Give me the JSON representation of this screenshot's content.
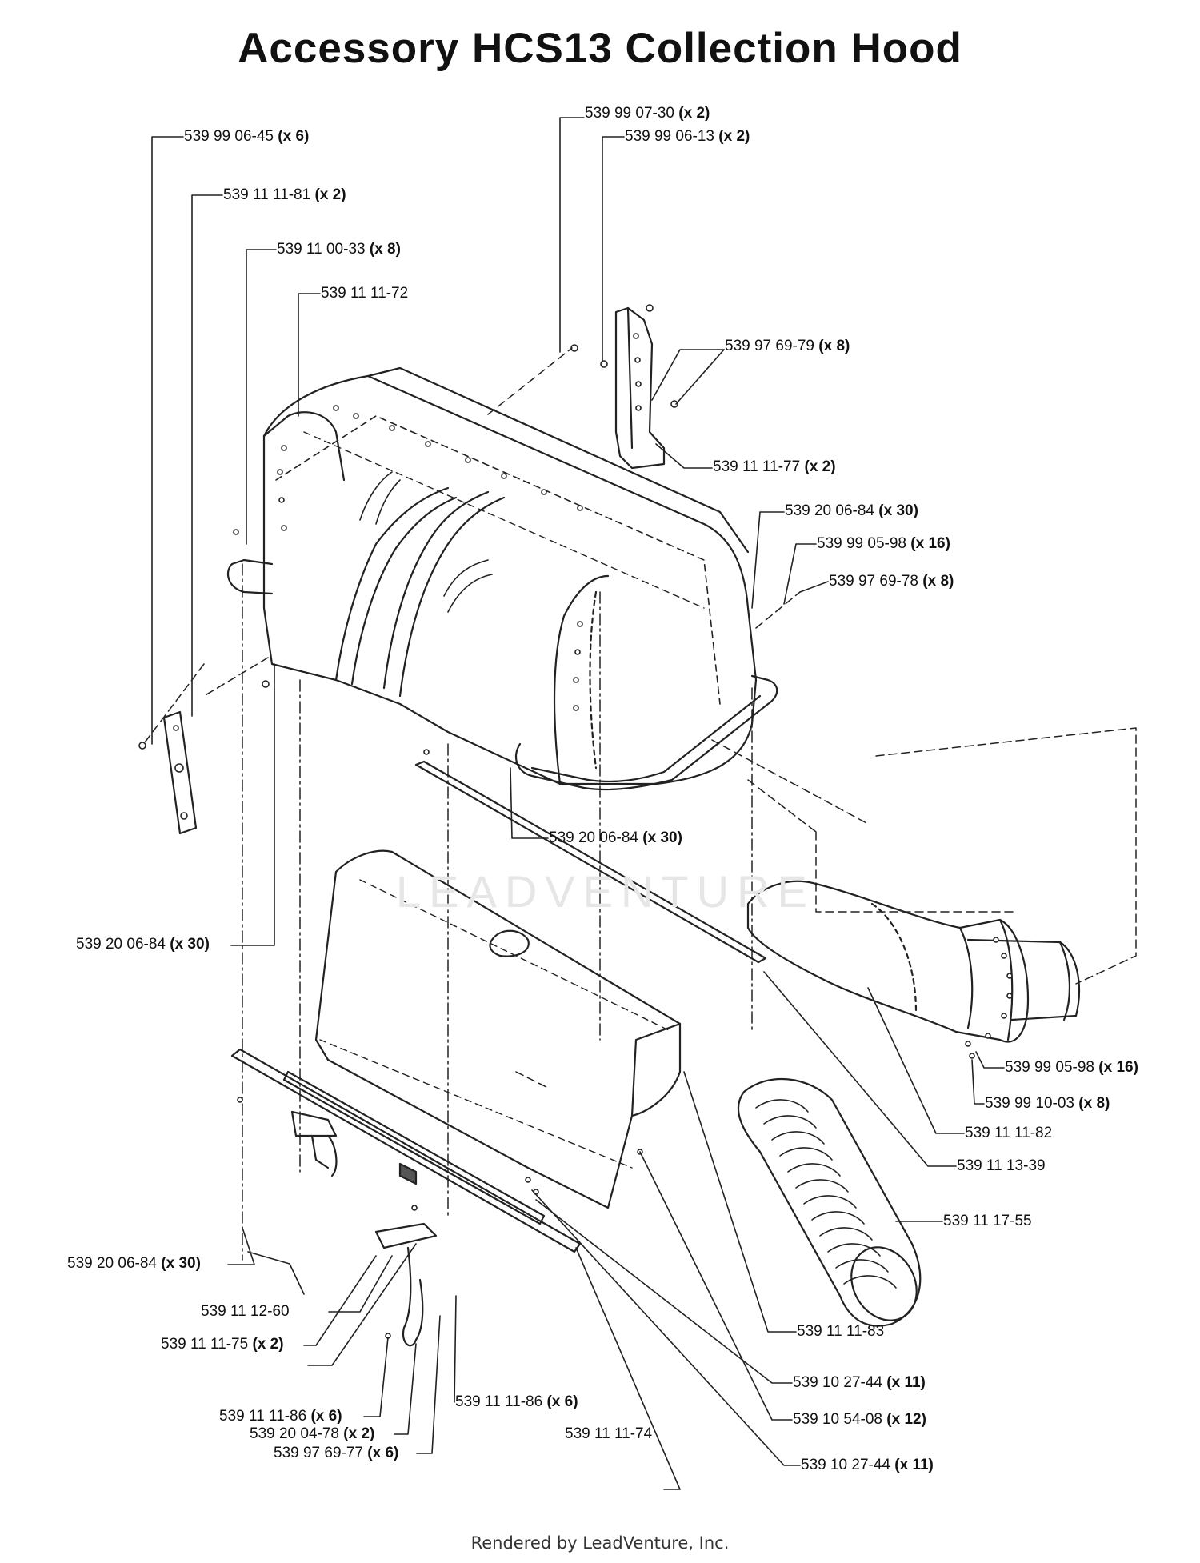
{
  "title": "Accessory HCS13 Collection Hood",
  "footer": "Rendered by LeadVenture, Inc.",
  "watermark": "LEADVENTURE",
  "part_labels": [
    {
      "id": "p1",
      "part": "539 99 06-45",
      "qty": "(x 6)"
    },
    {
      "id": "p2",
      "part": "539 11 11-81",
      "qty": "(x 2)"
    },
    {
      "id": "p3",
      "part": "539 11 00-33",
      "qty": "(x 8)"
    },
    {
      "id": "p4",
      "part": "539 11 11-72",
      "qty": ""
    },
    {
      "id": "p5",
      "part": "539 99 07-30",
      "qty": "(x 2)"
    },
    {
      "id": "p6",
      "part": "539 99 06-13",
      "qty": "(x 2)"
    },
    {
      "id": "p7",
      "part": "539 97 69-79",
      "qty": "(x 8)"
    },
    {
      "id": "p8",
      "part": "539 11 11-77",
      "qty": "(x 2)"
    },
    {
      "id": "p9",
      "part": "539 20 06-84",
      "qty": "(x 30)"
    },
    {
      "id": "p10",
      "part": "539 99 05-98",
      "qty": "(x 16)"
    },
    {
      "id": "p11",
      "part": "539 97 69-78",
      "qty": "(x 8)"
    },
    {
      "id": "p12",
      "part": "539 20 06-84",
      "qty": "(x 30)"
    },
    {
      "id": "p13",
      "part": "539 20 06-84",
      "qty": "(x 30)"
    },
    {
      "id": "p14",
      "part": "539 99 05-98",
      "qty": "(x 16)"
    },
    {
      "id": "p15",
      "part": "539 99 10-03",
      "qty": "(x 8)"
    },
    {
      "id": "p16",
      "part": "539 11 11-82",
      "qty": ""
    },
    {
      "id": "p17",
      "part": "539 11 13-39",
      "qty": ""
    },
    {
      "id": "p18",
      "part": "539 11 17-55",
      "qty": ""
    },
    {
      "id": "p19",
      "part": "539 20 06-84",
      "qty": "(x 30)"
    },
    {
      "id": "p20",
      "part": "539 11 12-60",
      "qty": ""
    },
    {
      "id": "p21",
      "part": "539 11 11-75",
      "qty": "(x 2)"
    },
    {
      "id": "p22",
      "part": "539 11 11-83",
      "qty": ""
    },
    {
      "id": "p23",
      "part": "539 10 27-44",
      "qty": "(x 11)"
    },
    {
      "id": "p24",
      "part": "539 10 54-08",
      "qty": "(x 12)"
    },
    {
      "id": "p25",
      "part": "539 11 11-86",
      "qty": "(x 6)"
    },
    {
      "id": "p26",
      "part": "539 11 11-86",
      "qty": "(x 6)"
    },
    {
      "id": "p27",
      "part": "539 20 04-78",
      "qty": "(x 2)"
    },
    {
      "id": "p28",
      "part": "539 11 11-74",
      "qty": ""
    },
    {
      "id": "p29",
      "part": "539 97 69-77",
      "qty": "(x 6)"
    },
    {
      "id": "p30",
      "part": "539 10 27-44",
      "qty": "(x 11)"
    }
  ]
}
